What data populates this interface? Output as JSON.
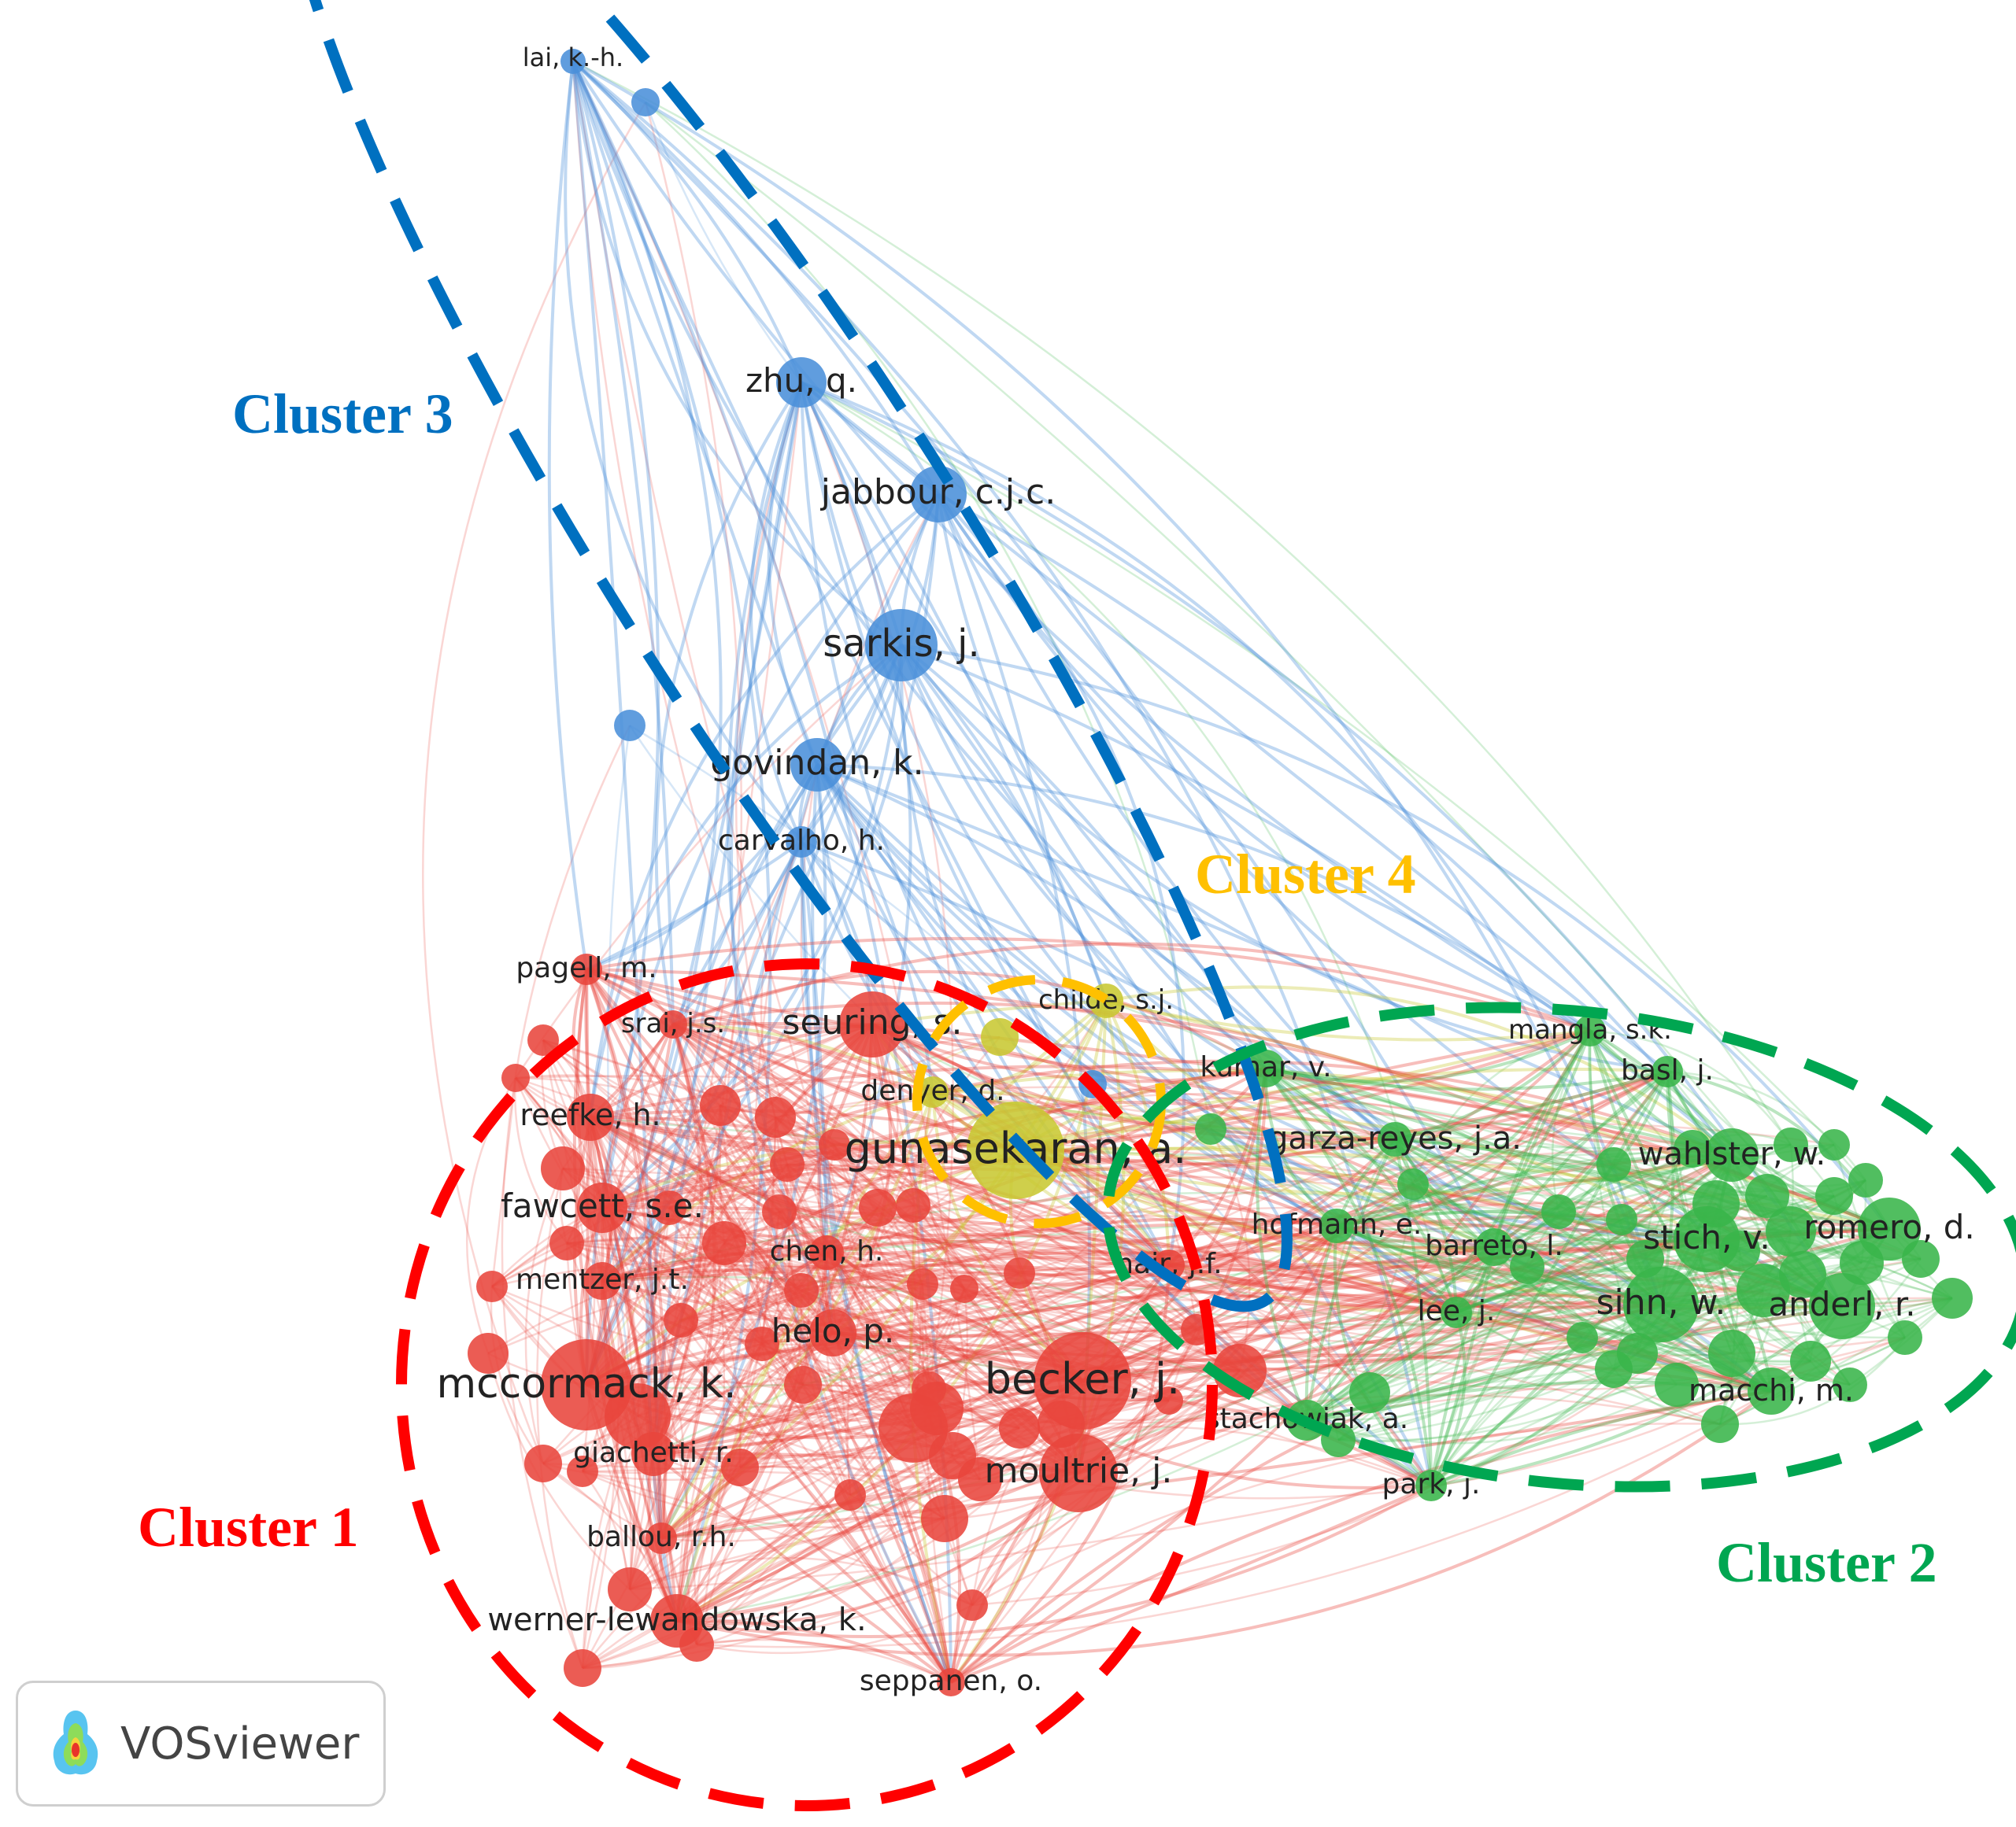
{
  "colors": {
    "cluster1": "#e8453c",
    "cluster2": "#39b54a",
    "cluster3": "#4a90d9",
    "cluster4": "#c8c832",
    "ring1": "#ff0000",
    "ring2": "#00a651",
    "ring3": "#0070c0",
    "ring4": "#ffc000"
  },
  "clusters": [
    {
      "id": "c1",
      "title": "Cluster 1",
      "color": "#ff0000"
    },
    {
      "id": "c2",
      "title": "Cluster 2",
      "color": "#00a651"
    },
    {
      "id": "c3",
      "title": "Cluster 3",
      "color": "#0070c0"
    },
    {
      "id": "c4",
      "title": "Cluster 4",
      "color": "#ffc000"
    }
  ],
  "nodes": [
    {
      "label": "lai, k.-h.",
      "cluster": 3
    },
    {
      "label": "zhu, q.",
      "cluster": 3
    },
    {
      "label": "jabbour, c.j.c.",
      "cluster": 3
    },
    {
      "label": "sarkis, j.",
      "cluster": 3
    },
    {
      "label": "govindan, k.",
      "cluster": 3
    },
    {
      "label": "carvalho, h.",
      "cluster": 3
    },
    {
      "label": "childe, s.j.",
      "cluster": 4
    },
    {
      "label": "gunasekaran, a.",
      "cluster": 4
    },
    {
      "label": "denyer, d.",
      "cluster": 4
    },
    {
      "label": "pagell, m.",
      "cluster": 1
    },
    {
      "label": "srai, j.s.",
      "cluster": 1
    },
    {
      "label": "seuring, s.",
      "cluster": 1
    },
    {
      "label": "reefke, h.",
      "cluster": 1
    },
    {
      "label": "fawcett, s.e.",
      "cluster": 1
    },
    {
      "label": "chen, h.",
      "cluster": 1
    },
    {
      "label": "mentzer, j.t.",
      "cluster": 1
    },
    {
      "label": "hair, j.f.",
      "cluster": 1
    },
    {
      "label": "helo, p.",
      "cluster": 1
    },
    {
      "label": "mccormack, k.",
      "cluster": 1
    },
    {
      "label": "becker, j.",
      "cluster": 1
    },
    {
      "label": "giachetti, r.",
      "cluster": 1
    },
    {
      "label": "moultrie, j.",
      "cluster": 1
    },
    {
      "label": "ballou, r.h.",
      "cluster": 1
    },
    {
      "label": "werner-lewandowska, k.",
      "cluster": 1
    },
    {
      "label": "seppanen, o.",
      "cluster": 1
    },
    {
      "label": "mangla, s.k.",
      "cluster": 2
    },
    {
      "label": "kumar, v.",
      "cluster": 2
    },
    {
      "label": "basl, j.",
      "cluster": 2
    },
    {
      "label": "garza-reyes, j.a.",
      "cluster": 2
    },
    {
      "label": "wahlster, w.",
      "cluster": 2
    },
    {
      "label": "hofmann, e.",
      "cluster": 2
    },
    {
      "label": "barreto, l.",
      "cluster": 2
    },
    {
      "label": "stich, v.",
      "cluster": 2
    },
    {
      "label": "romero, d.",
      "cluster": 2
    },
    {
      "label": "lee, j.",
      "cluster": 2
    },
    {
      "label": "sihn, w.",
      "cluster": 2
    },
    {
      "label": "anderl, r.",
      "cluster": 2
    },
    {
      "label": "stachowiak, a.",
      "cluster": 2
    },
    {
      "label": "macchi, m.",
      "cluster": 2
    },
    {
      "label": "park, j.",
      "cluster": 2
    }
  ],
  "badge": {
    "text": "VOSviewer",
    "logo_icon": "vosviewer-logo-icon"
  }
}
